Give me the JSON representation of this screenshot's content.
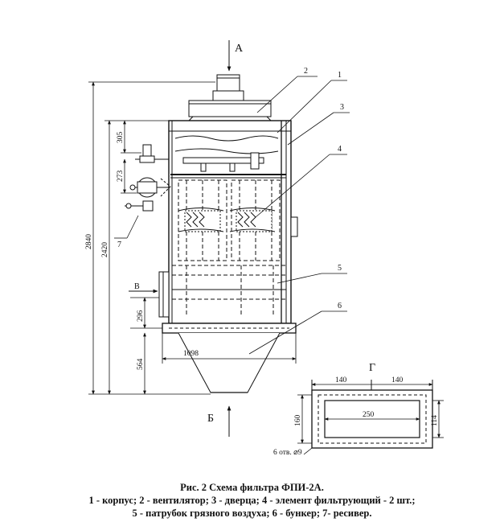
{
  "view_labels": {
    "top": "А",
    "bottom": "Б",
    "side": "В",
    "section": "Г"
  },
  "dimensions": {
    "total_height": "2840",
    "body_height": "2420",
    "top_offset": "305",
    "receiver_offset": "273",
    "inlet_height": "296",
    "bunker_height": "564",
    "bunker_width": "1098",
    "section_w1": "140",
    "section_w2": "140",
    "section_inner": "250",
    "section_h": "160",
    "section_h2": "114",
    "holes": "6 отв. ⌀9"
  },
  "callouts": [
    "1",
    "2",
    "3",
    "4",
    "5",
    "6",
    "7"
  ],
  "caption": {
    "title": "Рис. 2 Схема фильтра ФПИ-2А.",
    "line1": "1 - корпус; 2 - вентилятор; 3 - дверца; 4 - элемент фильтрующий - 2 шт.;",
    "line2": "5 - патрубок грязного воздуха; 6 - бункер; 7- ресивер."
  }
}
